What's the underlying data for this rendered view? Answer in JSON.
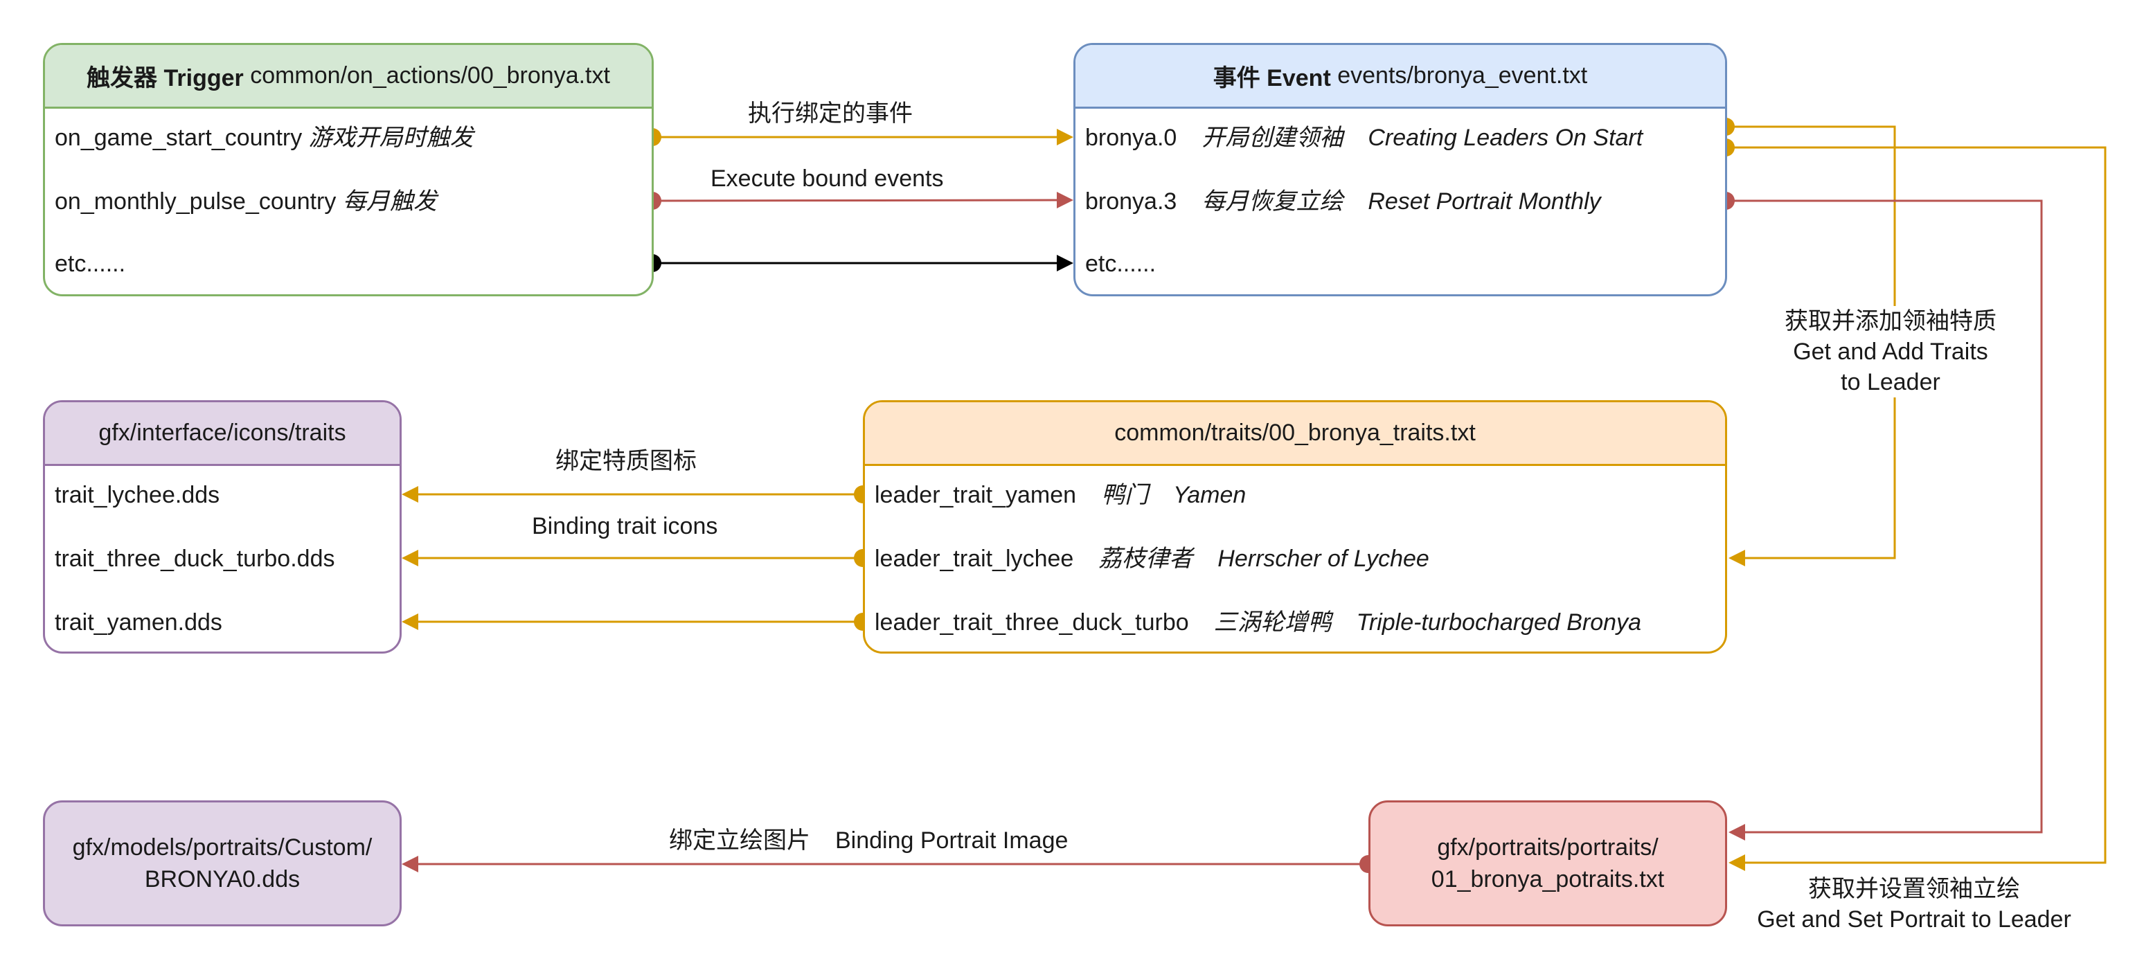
{
  "trigger": {
    "title_bold": "触发器 Trigger",
    "title_rest": "common/on_actions/00_bronya.txt",
    "rows": [
      {
        "key": "on_game_start_country",
        "note": "游戏开局时触发"
      },
      {
        "key": "on_monthly_pulse_country",
        "note": "每月触发"
      },
      {
        "key": "etc......",
        "note": ""
      }
    ]
  },
  "event": {
    "title_bold": "事件 Event",
    "title_rest": "events/bronya_event.txt",
    "rows": [
      {
        "id": "bronya.0",
        "cn": "开局创建领袖",
        "en": "Creating Leaders On Start"
      },
      {
        "id": "bronya.3",
        "cn": "每月恢复立绘",
        "en": "Reset Portrait Monthly"
      },
      {
        "id": "etc......",
        "cn": "",
        "en": ""
      }
    ]
  },
  "icons": {
    "title": "gfx/interface/icons/traits",
    "rows": [
      "trait_lychee.dds",
      "trait_three_duck_turbo.dds",
      "trait_yamen.dds"
    ]
  },
  "traits": {
    "title": "common/traits/00_bronya_traits.txt",
    "rows": [
      {
        "id": "leader_trait_yamen",
        "cn": "鸭门",
        "en": "Yamen"
      },
      {
        "id": "leader_trait_lychee",
        "cn": "荔枝律者",
        "en": "Herrscher of Lychee"
      },
      {
        "id": "leader_trait_three_duck_turbo",
        "cn": "三涡轮增鸭",
        "en": "Triple-turbocharged Bronya"
      }
    ]
  },
  "portrait_model": {
    "line1": "gfx/models/portraits/Custom/",
    "line2": "BRONYA0.dds"
  },
  "portrait_gfx": {
    "line1": "gfx/portraits/portraits/",
    "line2": "01_bronya_potraits.txt"
  },
  "labels": {
    "exec_cn": "执行绑定的事件",
    "exec_en": "Execute bound events",
    "traits_cn": "获取并添加领袖特质",
    "traits_en_1": "Get and Add Traits",
    "traits_en_2": "to Leader",
    "icon_cn": "绑定特质图标",
    "icon_en": "Binding trait icons",
    "portrait_img_cn": "绑定立绘图片",
    "portrait_img_en": "Binding Portrait Image",
    "portrait_set_cn": "获取并设置领袖立绘",
    "portrait_set_en": "Get and Set Portrait to Leader"
  },
  "colors": {
    "green_fill": "#d5e8d4",
    "green_stroke": "#82b366",
    "blue_fill": "#dae8fc",
    "blue_stroke": "#6c8ebf",
    "purple_fill": "#e1d5e7",
    "purple_stroke": "#9673a6",
    "orange_fill": "#ffe6cc",
    "orange_stroke": "#d79b00",
    "red_fill": "#f8cecc",
    "red_stroke": "#b85450",
    "arrow_orange": "#d79b00",
    "arrow_red": "#b85450",
    "arrow_black": "#000000"
  }
}
